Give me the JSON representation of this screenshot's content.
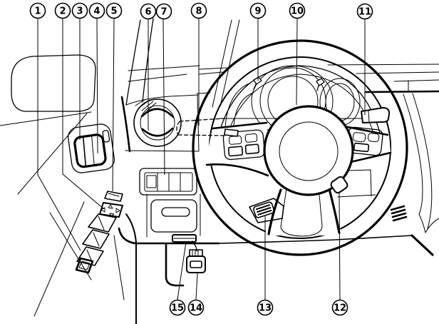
{
  "diagram": {
    "type": "owner-manual-driver-controls-line-art",
    "colors": {
      "ink": "#000000",
      "paper": "#ffffff"
    }
  },
  "callouts": [
    {
      "label": "1"
    },
    {
      "label": "2"
    },
    {
      "label": "3"
    },
    {
      "label": "4"
    },
    {
      "label": "5"
    },
    {
      "label": "6"
    },
    {
      "label": "7"
    },
    {
      "label": "8"
    },
    {
      "label": "9"
    },
    {
      "label": "10"
    },
    {
      "label": "11"
    },
    {
      "label": "12"
    },
    {
      "label": "13"
    },
    {
      "label": "14"
    },
    {
      "label": "15"
    }
  ]
}
